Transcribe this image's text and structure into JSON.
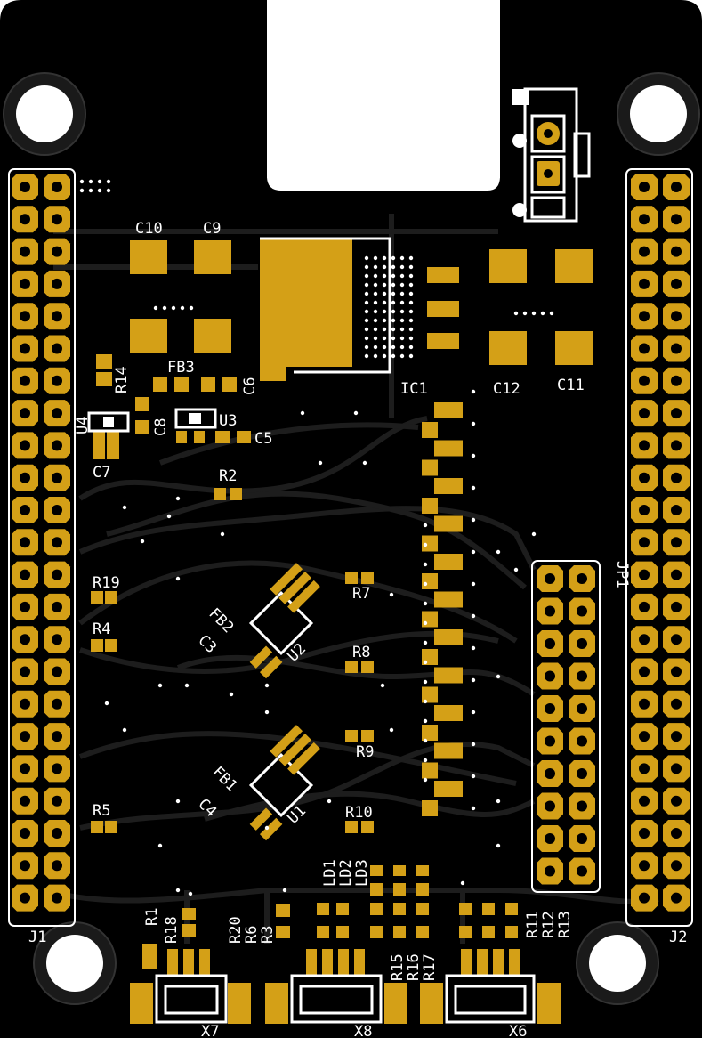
{
  "colors": {
    "board": "#000000",
    "pad": "#d4a017",
    "silk": "#ffffff",
    "trace": "#1c1c1c",
    "background": "#ffffff"
  },
  "labels": {
    "C10": "C10",
    "C9": "C9",
    "C6": "C6",
    "C8": "C8",
    "C5": "C5",
    "C7": "C7",
    "C11": "C11",
    "C12": "C12",
    "C3": "C3",
    "C4": "C4",
    "FB3": "FB3",
    "FB2": "FB2",
    "FB1": "FB1",
    "R14": "R14",
    "R2": "R2",
    "R19": "R19",
    "R4": "R4",
    "R5": "R5",
    "R7": "R7",
    "R8": "R8",
    "R9": "R9",
    "R10": "R10",
    "R1": "R1",
    "R18": "R18",
    "R20": "R20",
    "R6": "R6",
    "R3": "R3",
    "R15": "R15",
    "R16": "R16",
    "R17": "R17",
    "R11": "R11",
    "R12": "R12",
    "R13": "R13",
    "U4": "U4",
    "U3": "U3",
    "U2": "U2",
    "U1": "U1",
    "IC1": "IC1",
    "JP1": "JP1",
    "J1": "J1",
    "J2": "J2",
    "LD1": "LD1",
    "LD2": "LD2",
    "LD3": "LD3",
    "X7": "X7",
    "X8": "X8",
    "X6": "X6"
  }
}
